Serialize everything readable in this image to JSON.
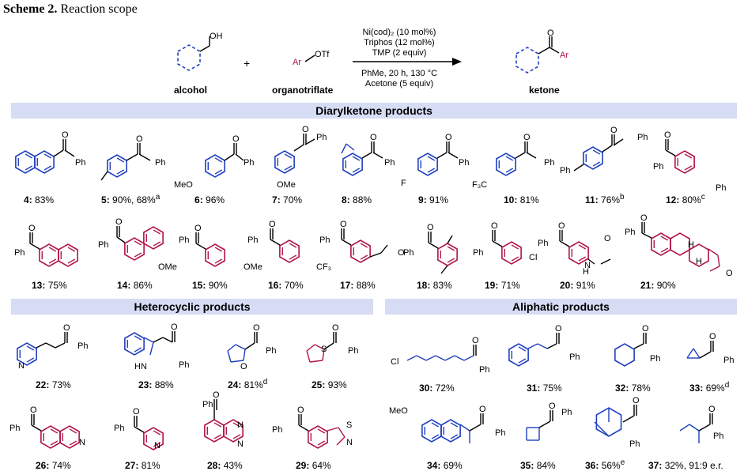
{
  "caption": {
    "bold": "Scheme 2.",
    "text": " Reaction scope"
  },
  "reaction": {
    "alcohol_label": "alcohol",
    "plus": "+",
    "triflate_label": "organotriflate",
    "ketone_label": "ketone",
    "oh": "OH",
    "ar_otf": "Ar",
    "otf": "OTf",
    "ar": "Ar",
    "conditions_top": [
      "Ni(cod)₂ (10 mol%)",
      "Triphos (12 mol%)",
      "TMP (2 equiv)"
    ],
    "conditions_bottom": [
      "PhMe, 20 h, 130 °C",
      "Acetone (5 equiv)"
    ]
  },
  "sections": {
    "diaryl": "Diarylketone products",
    "hetero": "Heterocyclic products",
    "aliphatic": "Aliphatic products"
  },
  "compounds": [
    {
      "num": "4",
      "yield": " 83%",
      "sup": ""
    },
    {
      "num": "5",
      "yield": " 90%, 68%",
      "sup": "a"
    },
    {
      "num": "6",
      "yield": " 96%",
      "sup": ""
    },
    {
      "num": "7",
      "yield": " 70%",
      "sup": ""
    },
    {
      "num": "8",
      "yield": " 88%",
      "sup": ""
    },
    {
      "num": "9",
      "yield": " 91%",
      "sup": ""
    },
    {
      "num": "10",
      "yield": " 81%",
      "sup": ""
    },
    {
      "num": "11",
      "yield": " 76%",
      "sup": "b"
    },
    {
      "num": "12",
      "yield": " 80%",
      "sup": "c"
    },
    {
      "num": "13",
      "yield": " 75%",
      "sup": ""
    },
    {
      "num": "14",
      "yield": " 86%",
      "sup": ""
    },
    {
      "num": "15",
      "yield": " 90%",
      "sup": ""
    },
    {
      "num": "16",
      "yield": " 70%",
      "sup": ""
    },
    {
      "num": "17",
      "yield": " 88%",
      "sup": ""
    },
    {
      "num": "18",
      "yield": " 83%",
      "sup": ""
    },
    {
      "num": "19",
      "yield": " 71%",
      "sup": ""
    },
    {
      "num": "20",
      "yield": " 91%",
      "sup": ""
    },
    {
      "num": "21",
      "yield": " 90%",
      "sup": ""
    },
    {
      "num": "22",
      "yield": " 73%",
      "sup": ""
    },
    {
      "num": "23",
      "yield": " 88%",
      "sup": ""
    },
    {
      "num": "24",
      "yield": " 81%",
      "sup": "d"
    },
    {
      "num": "25",
      "yield": " 93%",
      "sup": ""
    },
    {
      "num": "26",
      "yield": " 74%",
      "sup": ""
    },
    {
      "num": "27",
      "yield": " 81%",
      "sup": ""
    },
    {
      "num": "28",
      "yield": " 43%",
      "sup": ""
    },
    {
      "num": "29",
      "yield": " 64%",
      "sup": ""
    },
    {
      "num": "30",
      "yield": " 72%",
      "sup": ""
    },
    {
      "num": "31",
      "yield": " 75%",
      "sup": ""
    },
    {
      "num": "32",
      "yield": " 78%",
      "sup": ""
    },
    {
      "num": "33",
      "yield": " 69%",
      "sup": "d"
    },
    {
      "num": "34",
      "yield": " 69%",
      "sup": ""
    },
    {
      "num": "35",
      "yield": " 84%",
      "sup": ""
    },
    {
      "num": "36",
      "yield": " 56%",
      "sup": "e"
    },
    {
      "num": "37",
      "yield": " 32%, 91:9 e.r.",
      "sup": ""
    }
  ],
  "atoms": {
    "ph": "Ph",
    "meo": "MeO",
    "ome": "OMe",
    "f": "F",
    "f3c": "F₃C",
    "cf3": "CF₃",
    "cl": "Cl",
    "o": "O",
    "h": "H",
    "n": "N",
    "hn": "HN",
    "s": "S"
  },
  "colors": {
    "alcohol": "#1f3fbf",
    "aryl": "#b0134c",
    "bar": "#d5dcf4"
  }
}
